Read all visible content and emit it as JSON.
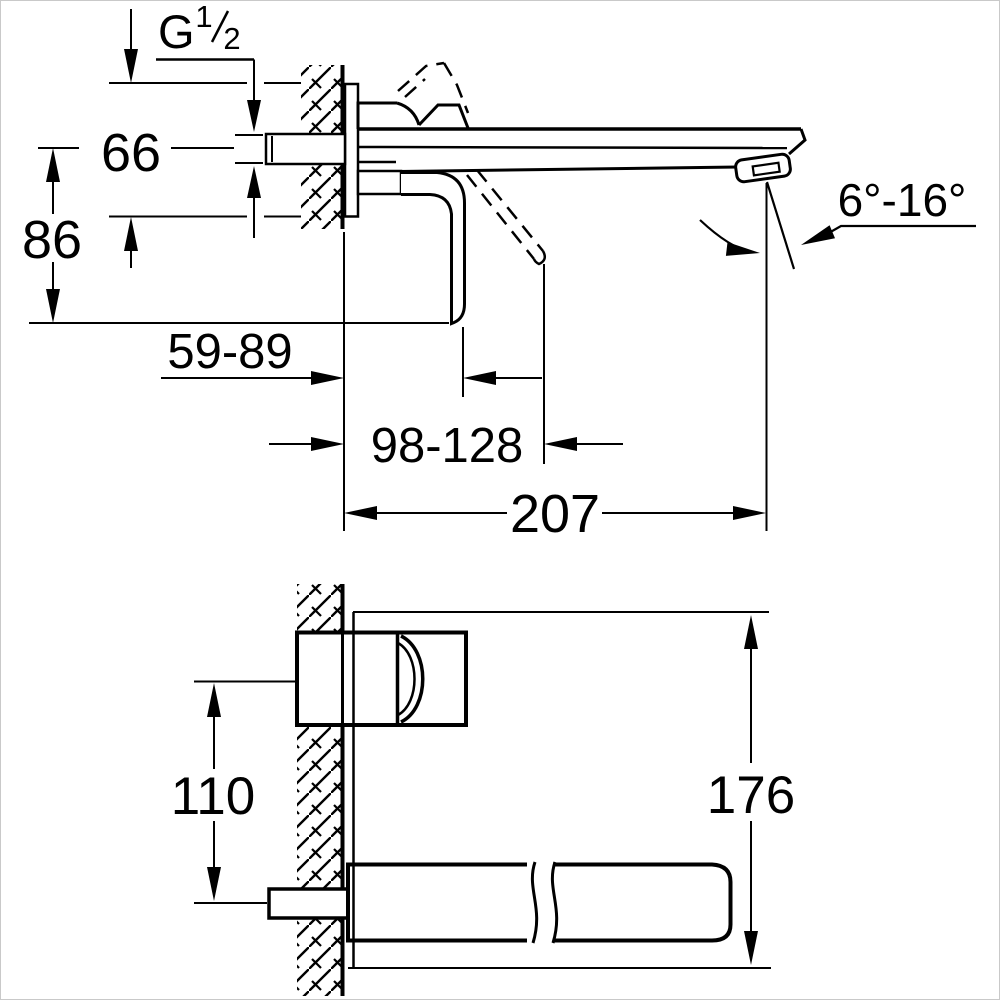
{
  "meta": {
    "type": "technical dimensional drawing",
    "subject": "wall-mounted two-hole single-lever basin mixer, side section view (top) and front view (bottom)",
    "line_color": "#000000",
    "background_color": "#ffffff",
    "border_color": "#c9c9c9"
  },
  "side_view": {
    "thread_label": {
      "letter": "G",
      "numerator": "1",
      "denominator": "2"
    },
    "escutcheon_height": "66",
    "center_to_lever_bottom": "86",
    "wall_to_lever_range": "59-89",
    "lever_projection_range": "98-128",
    "spout_projection": "207",
    "aerator_angle_range": "6°-16°"
  },
  "front_view": {
    "handle_center_to_supply": "110",
    "overall_height": "176"
  }
}
